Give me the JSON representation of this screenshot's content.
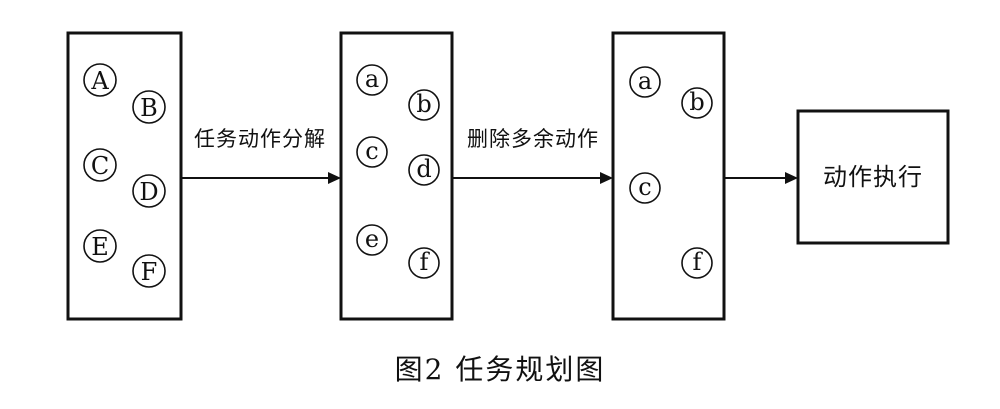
{
  "diagram": {
    "boxes": [
      {
        "id": "original-actions",
        "letters": [
          "A",
          "B",
          "C",
          "D",
          "E",
          "F"
        ]
      },
      {
        "id": "decomposed-actions",
        "letters": [
          "a",
          "b",
          "c",
          "d",
          "e",
          "f"
        ]
      },
      {
        "id": "reduced-actions",
        "letters": [
          "a",
          "b",
          "c",
          "f"
        ]
      }
    ],
    "arrows": [
      {
        "label": "任务动作分解"
      },
      {
        "label": "删除多余动作"
      },
      {
        "label": ""
      }
    ],
    "execution_label": "动作执行"
  },
  "caption": "图2  任务规划图"
}
